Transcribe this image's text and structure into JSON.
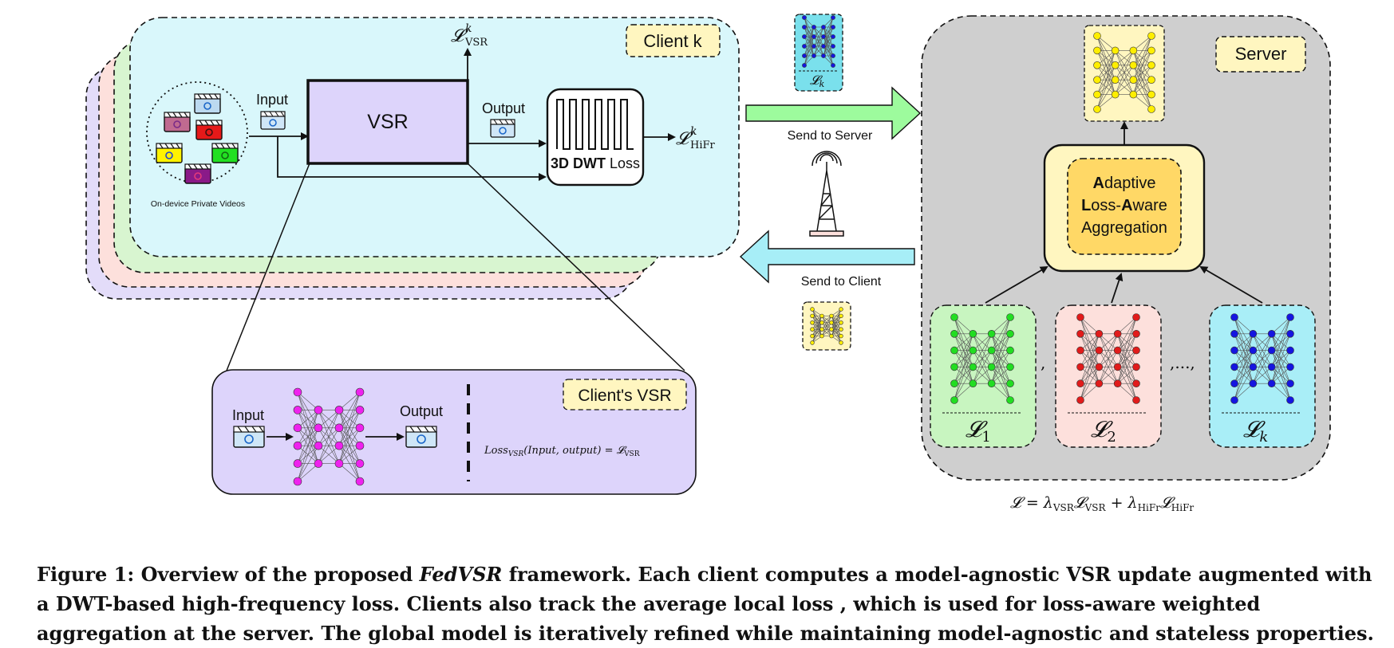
{
  "client": {
    "stack_title": "Client k",
    "videos_label": "On-device Private Videos",
    "input_label": "Input",
    "vsr_label": "VSR",
    "output_label": "Output",
    "dwt_prefix": "3D DWT",
    "dwt_suffix": " Loss",
    "loss_vsr_main": "𝓛",
    "loss_vsr_sup": "k",
    "loss_vsr_sub": "VSR",
    "loss_hifr_main": "𝓛",
    "loss_hifr_sup": "k",
    "loss_hifr_sub": "HiFr"
  },
  "client_vsr": {
    "title": "Client's VSR",
    "input_label": "Input",
    "output_label": "Output",
    "formula_lhs": "Loss",
    "formula_lhs_sub": "VSR",
    "formula_args": "(Input, output) = ",
    "formula_rhs_main": "𝓛",
    "formula_rhs_sub": "VSR"
  },
  "transfer": {
    "send_to_server": "Send to Server",
    "send_to_client": "Send to Client",
    "uploaded_loss_main": "𝓛",
    "uploaded_loss_sub": "k"
  },
  "server": {
    "title": "Server",
    "aggregation_line1_bold": "A",
    "aggregation_line1_rest": "daptive",
    "aggregation_line2_bold1": "L",
    "aggregation_line2_mid": "oss-",
    "aggregation_line2_bold2": "A",
    "aggregation_line2_rest": "ware",
    "aggregation_line3": "Aggregation",
    "separator_comma": ",",
    "separator_ellipsis": ",...,",
    "local_losses": [
      {
        "main": "𝓛",
        "sub": "1"
      },
      {
        "main": "𝓛",
        "sub": "2"
      },
      {
        "main": "𝓛",
        "sub": "k"
      }
    ],
    "total_loss": {
      "lhs": "𝓛 = λ",
      "s1": "VSR",
      "m1": "𝓛",
      "s2": "VSR",
      "plus": " + λ",
      "s3": "HiFr",
      "m2": "𝓛",
      "s4": "HiFr"
    }
  },
  "caption": {
    "prefix": "Figure 1: Overview of the proposed ",
    "framework": "FedVSR",
    "suffix": " framework. Each client computes a model-agnostic VSR update augmented with a DWT-based high-frequency loss. Clients also track the average local loss , which is used for loss-aware weighted aggregation at the server. The global model is iteratively refined while maintaining model-agnostic and stateless properties."
  },
  "colors": {
    "client_k_fill": "#d9f7fb",
    "client_green_fill": "#d8f5d0",
    "client_pink_fill": "#fde0dc",
    "client_purple_fill": "#e3dcf9",
    "vsr_fill": "#ddd4fb",
    "server_fill": "#cfcfcf",
    "label_fill": "#fff6c0",
    "aggregation_fill": "#ffd866",
    "arrow_to_server": "#9dfb9d",
    "arrow_to_client": "#a7eef7",
    "net_green": "#22dd22",
    "net_red": "#e11b1b",
    "net_blue": "#1515e0",
    "net_magenta": "#ee22ee",
    "net_yellow": "#ffee00"
  },
  "icons": [
    "video-clapper-icon",
    "antenna-tower-icon",
    "neural-network-icon",
    "square-wave-icon"
  ]
}
